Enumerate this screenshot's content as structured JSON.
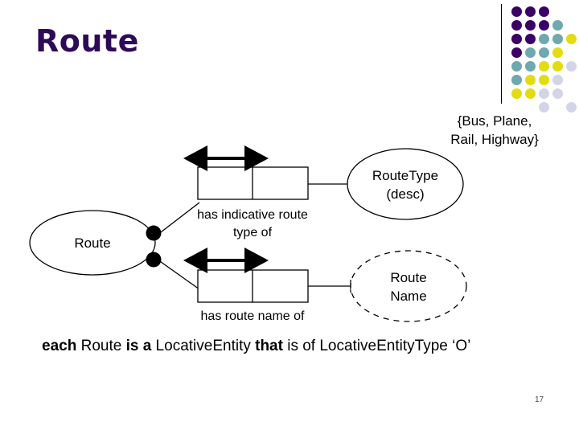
{
  "slide": {
    "title": "Route",
    "title_color": "#2d0a57",
    "page_number": "17",
    "background": "#ffffff"
  },
  "decoration": {
    "name": "dot-grid",
    "colors": {
      "purple": "#3b0066",
      "teal": "#6fa8ae",
      "yellow": "#e3dc10",
      "lavender": "#d4d4e8"
    },
    "cell": 17,
    "dots": [
      {
        "row": 0,
        "col": 0,
        "color": "#3b0066"
      },
      {
        "row": 0,
        "col": 1,
        "color": "#3b0066"
      },
      {
        "row": 0,
        "col": 2,
        "color": "#3b0066"
      },
      {
        "row": 1,
        "col": 0,
        "color": "#3b0066"
      },
      {
        "row": 1,
        "col": 1,
        "color": "#3b0066"
      },
      {
        "row": 1,
        "col": 2,
        "color": "#3b0066"
      },
      {
        "row": 1,
        "col": 3,
        "color": "#6fa8ae"
      },
      {
        "row": 2,
        "col": 0,
        "color": "#3b0066"
      },
      {
        "row": 2,
        "col": 1,
        "color": "#3b0066"
      },
      {
        "row": 2,
        "col": 2,
        "color": "#6fa8ae"
      },
      {
        "row": 2,
        "col": 3,
        "color": "#6fa8ae"
      },
      {
        "row": 2,
        "col": 4,
        "color": "#e3dc10"
      },
      {
        "row": 3,
        "col": 0,
        "color": "#3b0066"
      },
      {
        "row": 3,
        "col": 1,
        "color": "#6fa8ae"
      },
      {
        "row": 3,
        "col": 2,
        "color": "#6fa8ae"
      },
      {
        "row": 3,
        "col": 3,
        "color": "#e3dc10"
      },
      {
        "row": 4,
        "col": 0,
        "color": "#6fa8ae"
      },
      {
        "row": 4,
        "col": 1,
        "color": "#6fa8ae"
      },
      {
        "row": 4,
        "col": 2,
        "color": "#e3dc10"
      },
      {
        "row": 4,
        "col": 3,
        "color": "#e3dc10"
      },
      {
        "row": 4,
        "col": 4,
        "color": "#d4d4e8"
      },
      {
        "row": 5,
        "col": 0,
        "color": "#6fa8ae"
      },
      {
        "row": 5,
        "col": 1,
        "color": "#e3dc10"
      },
      {
        "row": 5,
        "col": 2,
        "color": "#e3dc10"
      },
      {
        "row": 5,
        "col": 3,
        "color": "#d4d4e8"
      },
      {
        "row": 6,
        "col": 0,
        "color": "#e3dc10"
      },
      {
        "row": 6,
        "col": 1,
        "color": "#e3dc10"
      },
      {
        "row": 6,
        "col": 2,
        "color": "#d4d4e8"
      },
      {
        "row": 6,
        "col": 3,
        "color": "#d4d4e8"
      },
      {
        "row": 7,
        "col": 2,
        "color": "#d4d4e8"
      },
      {
        "row": 7,
        "col": 4,
        "color": "#d4d4e8"
      }
    ]
  },
  "value_constraint": {
    "line1": "{Bus, Plane,",
    "line2": "Rail, Highway}"
  },
  "diagram": {
    "type": "orm",
    "entities": [
      {
        "id": "route",
        "label": "Route",
        "shape": "ellipse",
        "border": "solid"
      },
      {
        "id": "route-type",
        "label_line1": "RouteType",
        "label_line2": "(desc)",
        "shape": "ellipse",
        "border": "solid"
      },
      {
        "id": "route-name",
        "label_line1": "Route",
        "label_line2": "Name",
        "shape": "ellipse",
        "border": "dashed"
      }
    ],
    "fact_types": [
      {
        "id": "has-indicative-route-type-of",
        "label_line1": "has indicative route",
        "label_line2": "type of",
        "roles": 2,
        "uniqueness_constraint": "double-headed-arrow"
      },
      {
        "id": "has-route-name-of",
        "label_line1": "has route name of",
        "label_line2": "",
        "roles": 2,
        "uniqueness_constraint": "double-headed-arrow"
      }
    ],
    "mandatory_role_dots": 2
  },
  "verbalization": {
    "t1": "each",
    "t2": " Route ",
    "t3": "is a",
    "t4": " LocativeEntity ",
    "t5": "that",
    "t6": " is of LocativeEntityType ‘O’"
  }
}
